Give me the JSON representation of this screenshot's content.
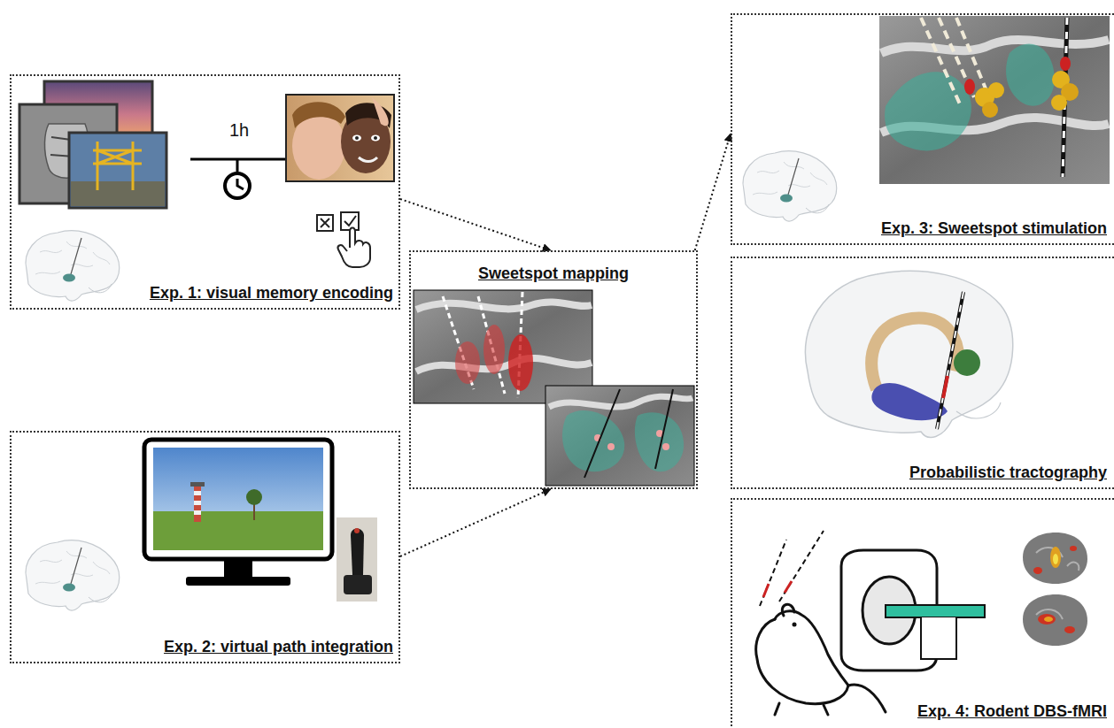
{
  "diagram": {
    "nodes": [
      {
        "text": [
          "1h",
          "Exp. 1: visual memory encoding"
        ]
      },
      {
        "text": [
          "Exp. 2: virtual path integration"
        ]
      },
      {
        "text": [
          "Sweetspot mapping"
        ]
      },
      {
        "text": [
          "Exp. 3: Sweetspot stimulation"
        ]
      },
      {
        "text": [
          "Probabilistic tractography"
        ]
      },
      {
        "text": [
          "Exp. 4: Rodent DBS-fMRI"
        ]
      }
    ],
    "edges": [
      {
        "from": 0,
        "to": 2,
        "arrow": "to"
      },
      {
        "from": 1,
        "to": 2,
        "arrow": "to"
      },
      {
        "from": 2,
        "to": 3,
        "arrow": "to"
      }
    ]
  }
}
